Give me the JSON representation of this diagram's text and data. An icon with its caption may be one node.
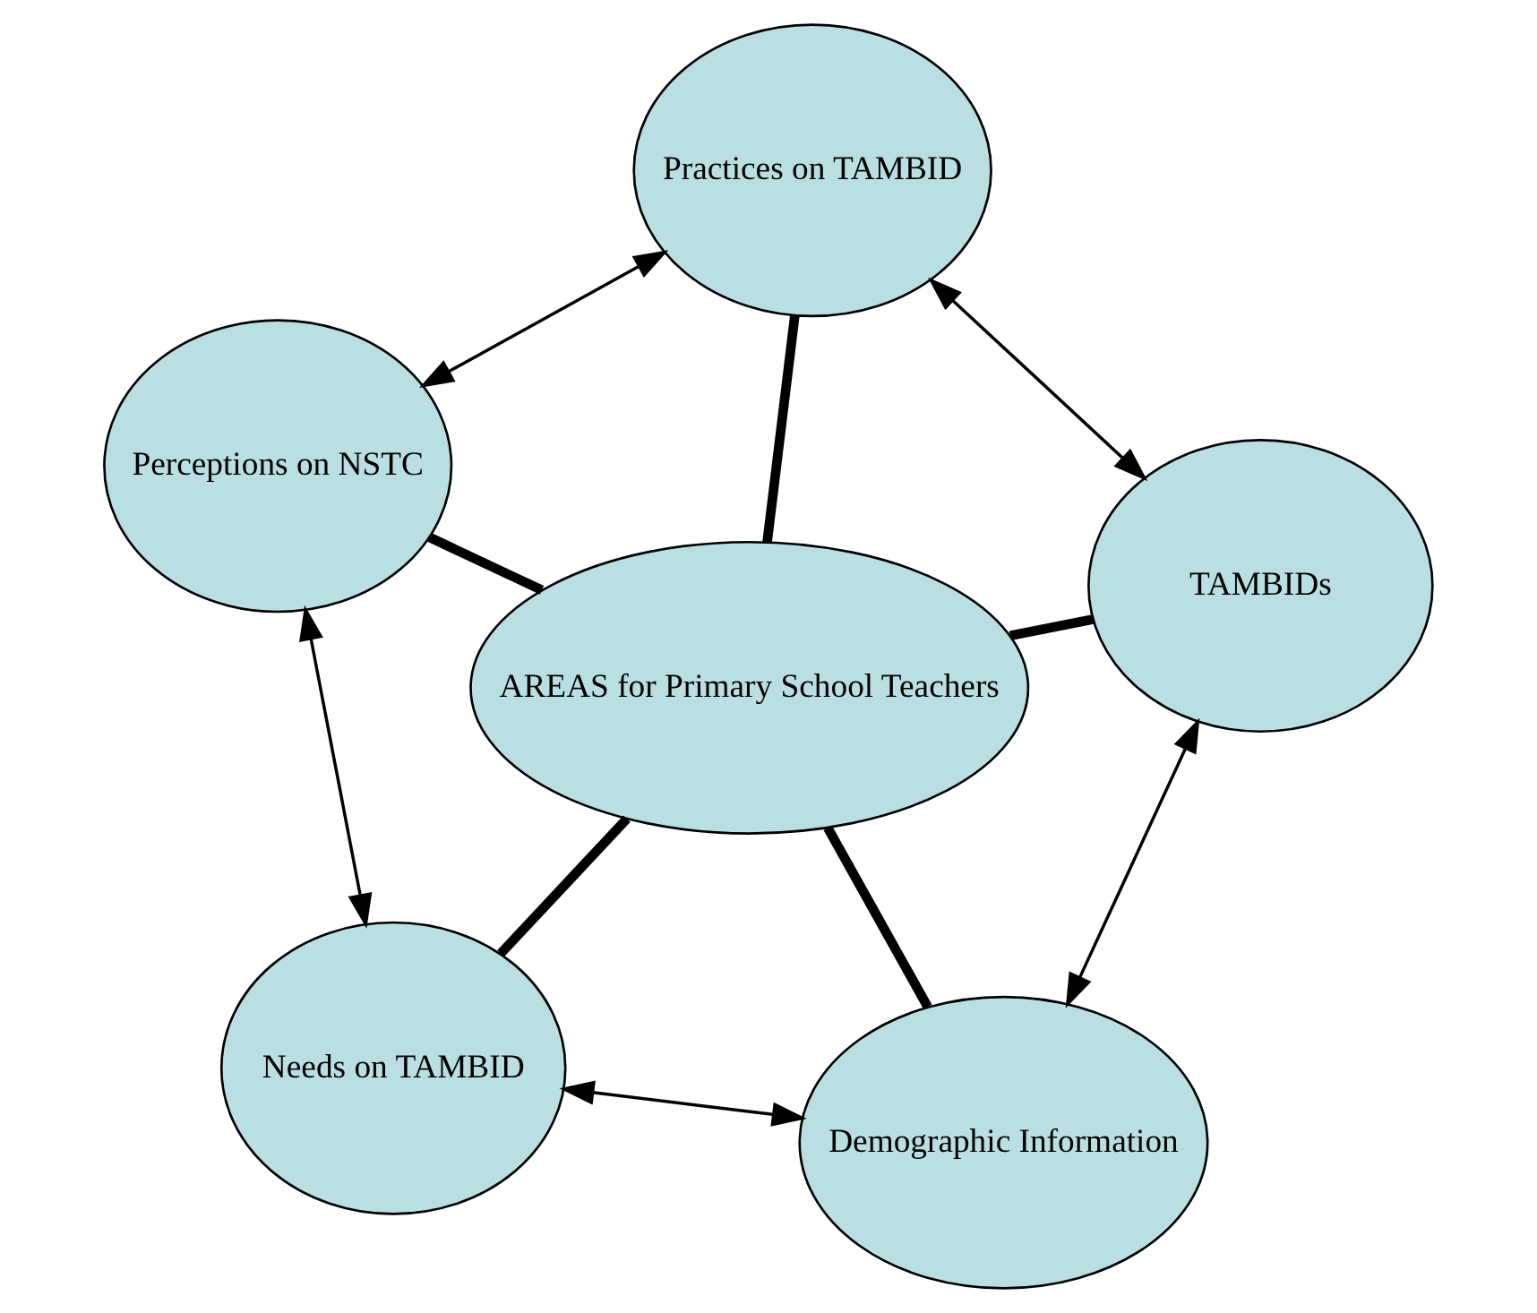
{
  "diagram": {
    "nodes": [
      {
        "text": [
          "Needs on TAMBID"
        ]
      },
      {
        "text": [
          "Demographic Information"
        ]
      },
      {
        "text": [
          "AREAS for Primary School Teachers"
        ]
      },
      {
        "text": [
          "Perceptions on NSTC"
        ]
      },
      {
        "text": [
          "TAMBIDs"
        ]
      },
      {
        "text": [
          "Practices on TAMBID"
        ]
      }
    ],
    "edges": [
      {
        "from": 2,
        "to": 0,
        "arrow": "none",
        "style": "thick"
      },
      {
        "from": 2,
        "to": 1,
        "arrow": "none",
        "style": "thick"
      },
      {
        "from": 2,
        "to": 3,
        "arrow": "none",
        "style": "thick"
      },
      {
        "from": 2,
        "to": 4,
        "arrow": "none",
        "style": "thick"
      },
      {
        "from": 2,
        "to": 5,
        "arrow": "none",
        "style": "thick"
      },
      {
        "from": 1,
        "to": 0,
        "arrow": "both"
      },
      {
        "from": 0,
        "to": 3,
        "arrow": "both"
      },
      {
        "from": 3,
        "to": 5,
        "arrow": "both"
      },
      {
        "from": 5,
        "to": 4,
        "arrow": "both"
      },
      {
        "from": 4,
        "to": 1,
        "arrow": "both"
      }
    ]
  }
}
